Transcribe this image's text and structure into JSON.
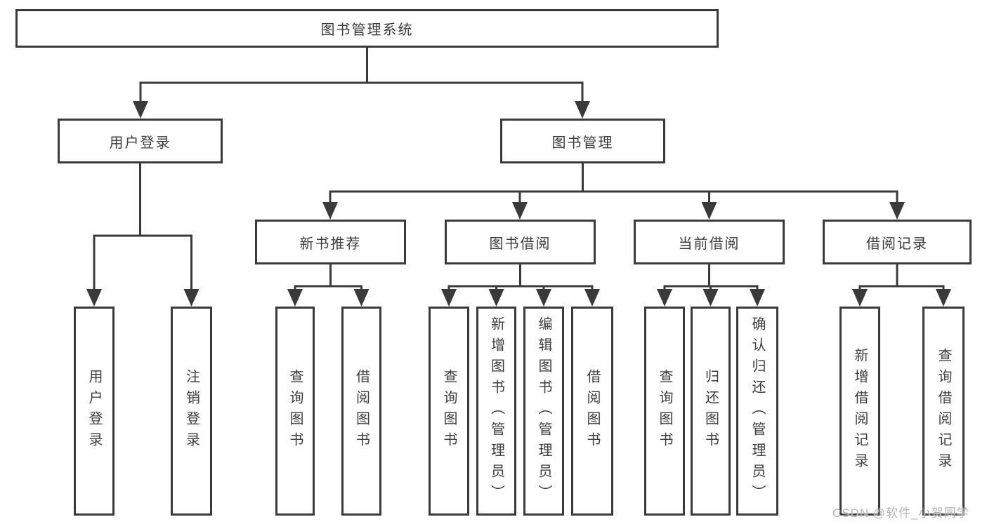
{
  "diagram": {
    "title": "图书管理系统",
    "branches": [
      {
        "label": "用户登录",
        "children": [
          "用户登录",
          "注销登录"
        ]
      },
      {
        "label": "图书管理",
        "children": [
          {
            "label": "新书推荐",
            "children": [
              "查询图书",
              "借阅图书"
            ]
          },
          {
            "label": "图书借阅",
            "children": [
              "查询图书",
              "新增图书（管理员）",
              "编辑图书（管理员）",
              "借阅图书"
            ]
          },
          {
            "label": "当前借阅",
            "children": [
              "查询图书",
              "归还图书",
              "确认归还（管理员）"
            ]
          },
          {
            "label": "借阅记录",
            "children": [
              "新增借阅记录",
              "查询借阅记录"
            ]
          }
        ]
      }
    ]
  },
  "watermark": "CSDN @软件_小贺同学",
  "colors": {
    "line": "#3a3a3a",
    "box_border": "#3a3a3a",
    "text": "#3c3c3c",
    "watermark": "#b3b3b3",
    "background": "#ffffff"
  }
}
